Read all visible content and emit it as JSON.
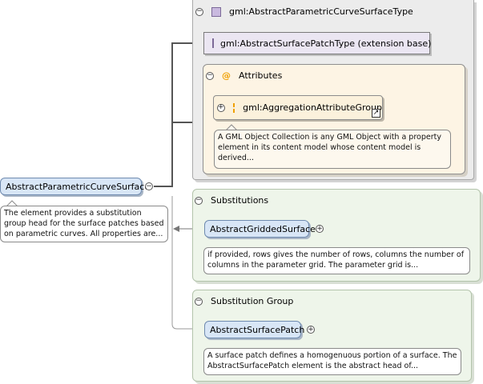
{
  "type_panel": {
    "title": "gml:AbstractParametricCurveSurfaceType",
    "base": "gml:AbstractSurfacePatchType (extension base)",
    "attributes": {
      "title": "Attributes",
      "group": "gml:AggregationAttributeGroup",
      "doc": "A GML Object Collection is any GML Object with a property element in its content model whose content model is derived..."
    }
  },
  "element": {
    "name": "AbstractParametricCurveSurface",
    "doc": "The element provides a substitution group head for the surface patches based on parametric curves. All properties are..."
  },
  "substitutions": {
    "title": "Substitutions",
    "item": "AbstractGriddedSurface",
    "doc": "if provided, rows gives the number of rows, columns the number of columns in the parameter grid. The parameter grid is..."
  },
  "substitution_group": {
    "title": "Substitution Group",
    "item": "AbstractSurfacePatch",
    "doc": "A surface patch defines a homogenuous portion of a surface. The AbstractSurfacePatch element is the abstract head of..."
  },
  "icons": {
    "expanded": "minus-circle-icon",
    "collapsed": "plus-circle-icon",
    "complex_type": "cube-icon",
    "attributes": "at-sign-icon",
    "attribute_group": "group-icon",
    "link": "external-link-icon"
  },
  "colors": {
    "type_panel": "#ececec",
    "attributes_panel": "#fdf4e4",
    "substitution_panel": "#eef5ea",
    "element_box": "#d8e6f6",
    "type_box": "#ebe6f2",
    "attr_icon": "#f0a000"
  }
}
